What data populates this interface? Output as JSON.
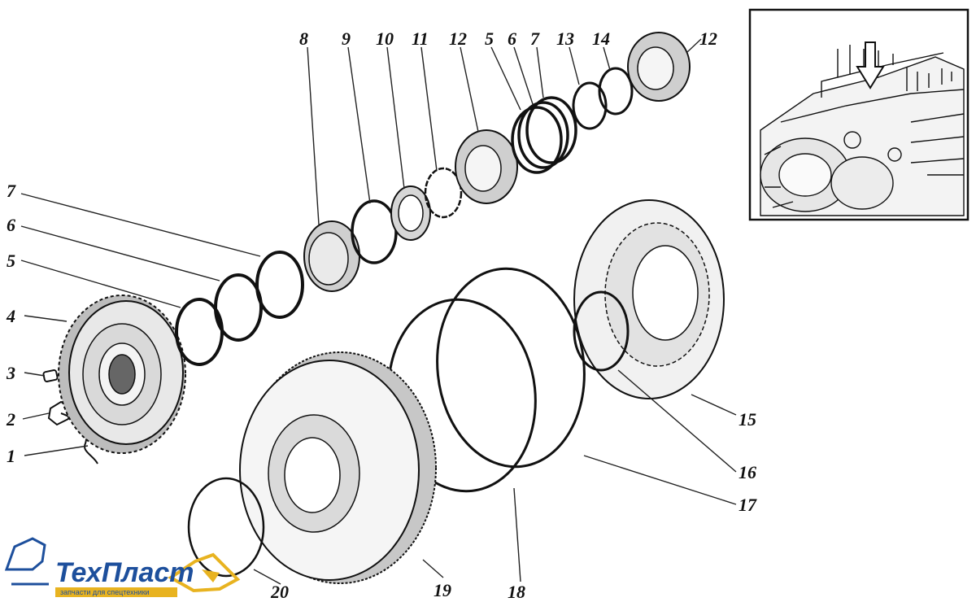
{
  "diagram": {
    "callouts": [
      {
        "id": "c1",
        "text": "1"
      },
      {
        "id": "c2",
        "text": "2"
      },
      {
        "id": "c3",
        "text": "3"
      },
      {
        "id": "c4",
        "text": "4"
      },
      {
        "id": "c5a",
        "text": "5"
      },
      {
        "id": "c6a",
        "text": "6"
      },
      {
        "id": "c7a",
        "text": "7"
      },
      {
        "id": "c8",
        "text": "8"
      },
      {
        "id": "c9",
        "text": "9"
      },
      {
        "id": "c10",
        "text": "10"
      },
      {
        "id": "c11",
        "text": "11"
      },
      {
        "id": "c12a",
        "text": "12"
      },
      {
        "id": "c5b",
        "text": "5"
      },
      {
        "id": "c6b",
        "text": "6"
      },
      {
        "id": "c7b",
        "text": "7"
      },
      {
        "id": "c13",
        "text": "13"
      },
      {
        "id": "c14",
        "text": "14"
      },
      {
        "id": "c12b",
        "text": "12"
      },
      {
        "id": "c15",
        "text": "15"
      },
      {
        "id": "c16",
        "text": "16"
      },
      {
        "id": "c17",
        "text": "17"
      },
      {
        "id": "c18",
        "text": "18"
      },
      {
        "id": "c19",
        "text": "19"
      },
      {
        "id": "c20",
        "text": "20"
      }
    ]
  },
  "logo": {
    "brand": "ТехПласт",
    "tagline": "запчасти для спецтехники",
    "color_brand": "#1d4f9c",
    "color_accent": "#e8b320"
  },
  "inset": {
    "icon": "arrow-down-icon"
  }
}
